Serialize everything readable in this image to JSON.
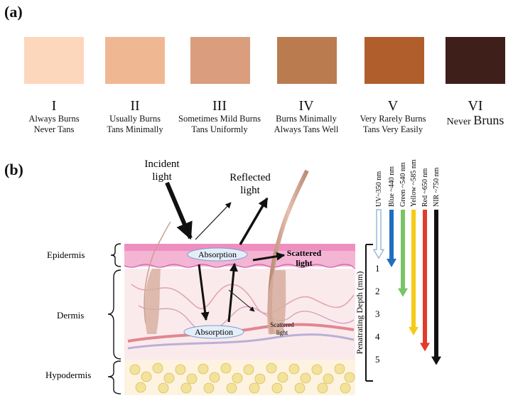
{
  "panel_a": {
    "label": "(a)",
    "skin_types": [
      {
        "numeral": "I",
        "line1": "Always Burns",
        "line2": "Never Tans",
        "color": "#FDD7BC"
      },
      {
        "numeral": "II",
        "line1": "Usually Burns",
        "line2": "Tans Minimally",
        "color": "#EFB893"
      },
      {
        "numeral": "III",
        "line1": "Sometimes Mild Burns",
        "line2": "Tans Uniformly",
        "color": "#DA9E7E"
      },
      {
        "numeral": "IV",
        "line1": "Burns Minimally",
        "line2": "Always Tans Well",
        "color": "#BA7C4E"
      },
      {
        "numeral": "V",
        "line1": "Very Rarely Burns",
        "line2": "Tans Very Easily",
        "color": "#B05F2C"
      },
      {
        "numeral": "VI",
        "line1": "Never ",
        "line1_large": "Bruns",
        "line2": "",
        "color": "#3F1F1A"
      }
    ]
  },
  "panel_b": {
    "label": "(b)",
    "incident_light": [
      "Incident",
      "light"
    ],
    "reflected_light": [
      "Reflected",
      "light"
    ],
    "scattered_light_bold": [
      "Scattered",
      "light"
    ],
    "scattered_light_small": [
      "Scattered",
      "light"
    ],
    "absorption": "Absorption",
    "layers": {
      "epidermis": "Epidermis",
      "dermis": "Dermis",
      "hypodermis": "Hypodermis"
    },
    "depth_axis": {
      "label": "Penatrating Depth (mm)",
      "ticks": [
        "1",
        "2",
        "3",
        "4",
        "5"
      ]
    },
    "wavelengths": [
      {
        "label": "UV~350 nm",
        "color": "#9DB8D8",
        "depth_mm": 0.6,
        "hollow": true
      },
      {
        "label": "Blue ~440 nm",
        "color": "#1F6FBE",
        "depth_mm": 1.0
      },
      {
        "label": "Green ~540 nm",
        "color": "#79C467",
        "depth_mm": 2.3
      },
      {
        "label": "Yellow ~585 nm",
        "color": "#F5CB17",
        "depth_mm": 4.0
      },
      {
        "label": "Red ~650 nm",
        "color": "#E23B2B",
        "depth_mm": 4.7
      },
      {
        "label": "NIR ~750 nm",
        "color": "#111111",
        "depth_mm": 5.3
      }
    ]
  }
}
